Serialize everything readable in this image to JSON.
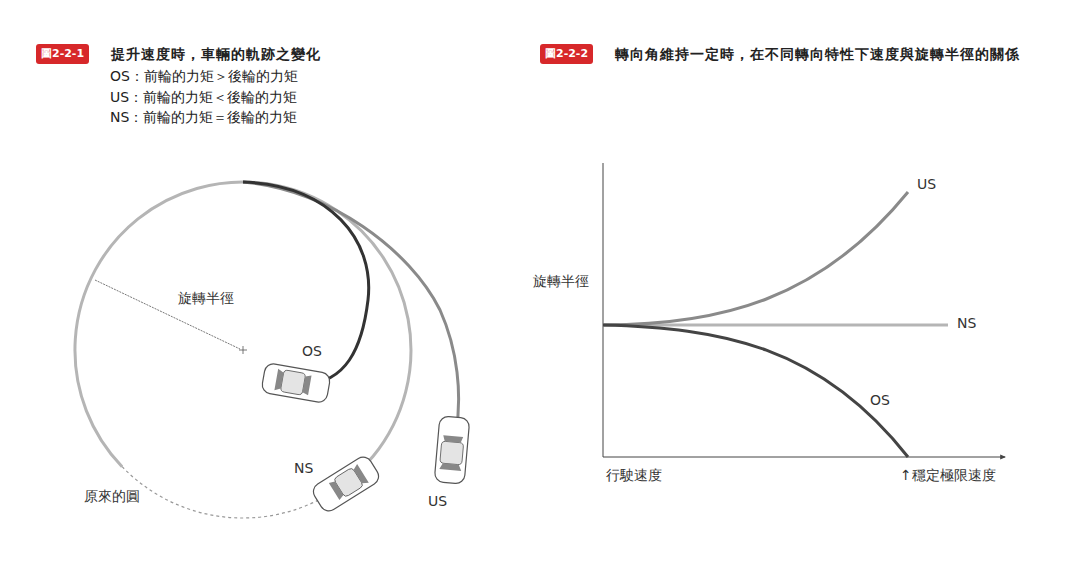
{
  "diagram": {
    "nodes": [
      {
        "text": [
          "圖2-2-1",
          "提升速度時，車輛的軌跡之變化"
        ]
      },
      {
        "text": [
          "圖2-2-2",
          "轉向角維持一定時，在不同轉向特性下速度與旋轉半徑的關係"
        ]
      }
    ],
    "labels": [
      "OS：前輪的力矩＞後輪的力矩",
      "US：前輪的力矩＜後輪的力矩",
      "NS：前輪的力矩＝後輪的力矩",
      "旋轉半徑",
      "OS",
      "NS",
      "US",
      "原來的圓",
      "旋轉半徑",
      "US",
      "NS",
      "OS",
      "行駛速度",
      "↑穩定極限速度"
    ]
  }
}
